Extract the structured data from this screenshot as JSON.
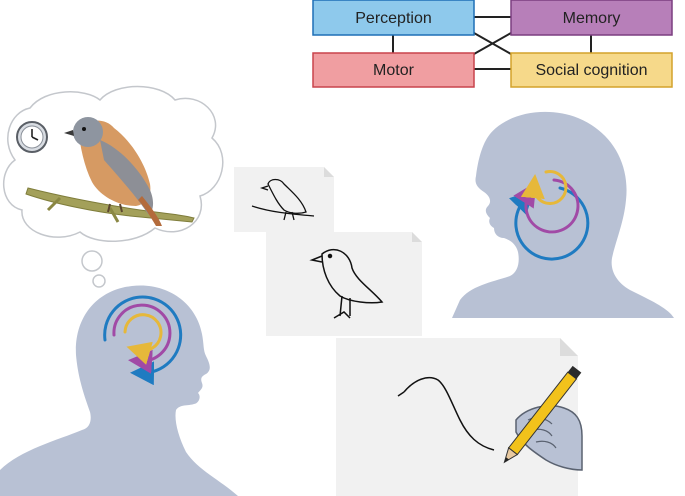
{
  "legend": {
    "boxes": [
      {
        "id": "perception",
        "label": "Perception",
        "color": "#8ec9ec",
        "border": "#1f6fb6"
      },
      {
        "id": "memory",
        "label": "Memory",
        "color": "#b77fb9",
        "border": "#7b3f80"
      },
      {
        "id": "motor",
        "label": "Motor",
        "color": "#f09ea1",
        "border": "#c9434c"
      },
      {
        "id": "social-cognition",
        "label": "Social cognition",
        "color": "#f6d98a",
        "border": "#d3a22b"
      }
    ]
  },
  "colors": {
    "head": "#b8c1d4",
    "thought_bubble": "#ffffff",
    "paper": "#f1f1f1",
    "arc_perception": "#1f7bc1",
    "arc_memory": "#a14aa6",
    "arc_social": "#e6b83a"
  },
  "icons": [
    "clock-icon",
    "bird-photo",
    "hand-pencil-icon"
  ]
}
